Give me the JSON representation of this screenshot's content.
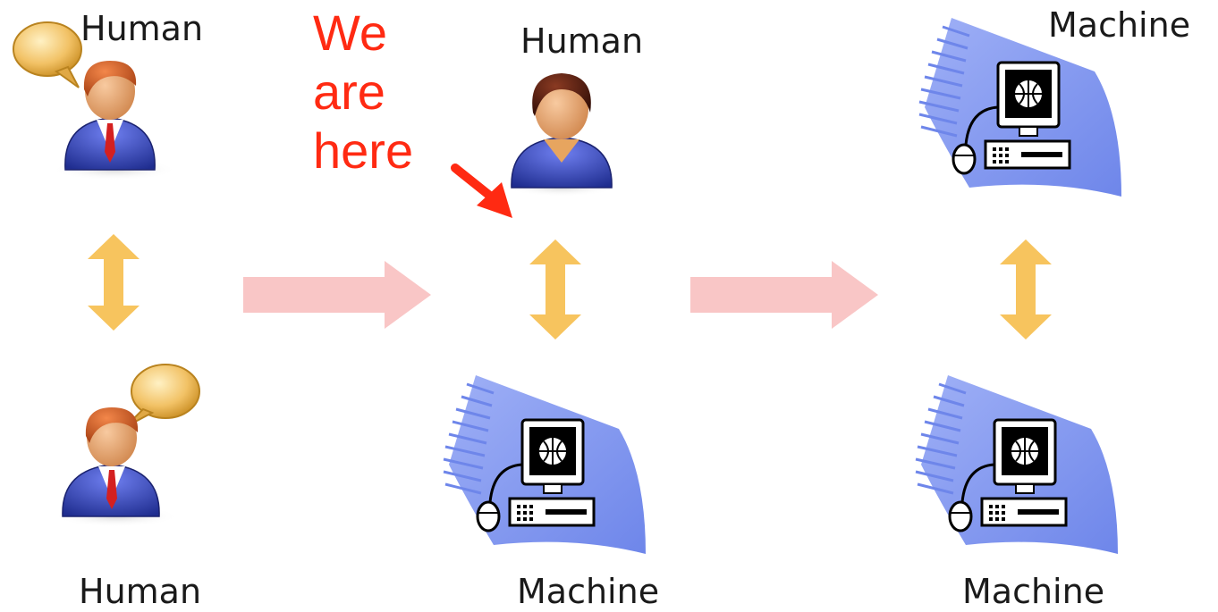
{
  "labels": {
    "left_top": "Human",
    "left_bottom": "Human",
    "middle_top": "Human",
    "middle_bottom": "Machine",
    "right_top": "Machine",
    "right_bottom": "Machine"
  },
  "annotation": {
    "line1": "We",
    "line2": "are",
    "line3": "here"
  },
  "colors": {
    "annotation": "#ff2a12",
    "progress_arrow": "#f9c6c6",
    "interaction_arrow": "#f7c45e",
    "machine_backdrop": "#7b93ee",
    "suit_blue": "#2e3fa8",
    "skin": "#e7a55f",
    "hair_orange": "#c8511a",
    "hair_dark": "#4a1a0e",
    "bubble": "#f2c266"
  },
  "icons": {
    "left_top": "human-speaking-icon",
    "left_bottom": "human-speaking-icon",
    "middle_top": "human-icon",
    "middle_bottom": "computer-icon",
    "right_top": "computer-icon",
    "right_bottom": "computer-icon"
  }
}
